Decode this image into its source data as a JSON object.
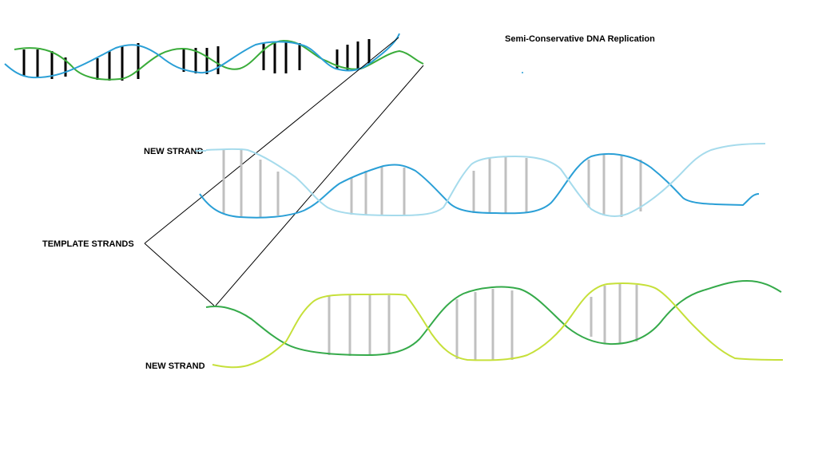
{
  "title": "Semi-Conservative DNA Replication",
  "labels": {
    "new_strand_top": "NEW STRAND",
    "template_strands": "TEMPLATE STRANDS",
    "new_strand_bottom": "NEW STRAND"
  },
  "colors": {
    "parent_strand_a": "#2a9fd6",
    "parent_strand_b": "#3aac3a",
    "parent_base_pairs": "#000000",
    "template_strand_blue": "#2a9fd6",
    "new_strand_light_blue": "#a6dbec",
    "template_strand_green": "#35aa4a",
    "new_strand_yellow_green": "#c6e03a",
    "new_base_pairs": "#c0c0c0",
    "pointer_lines": "#000000"
  }
}
